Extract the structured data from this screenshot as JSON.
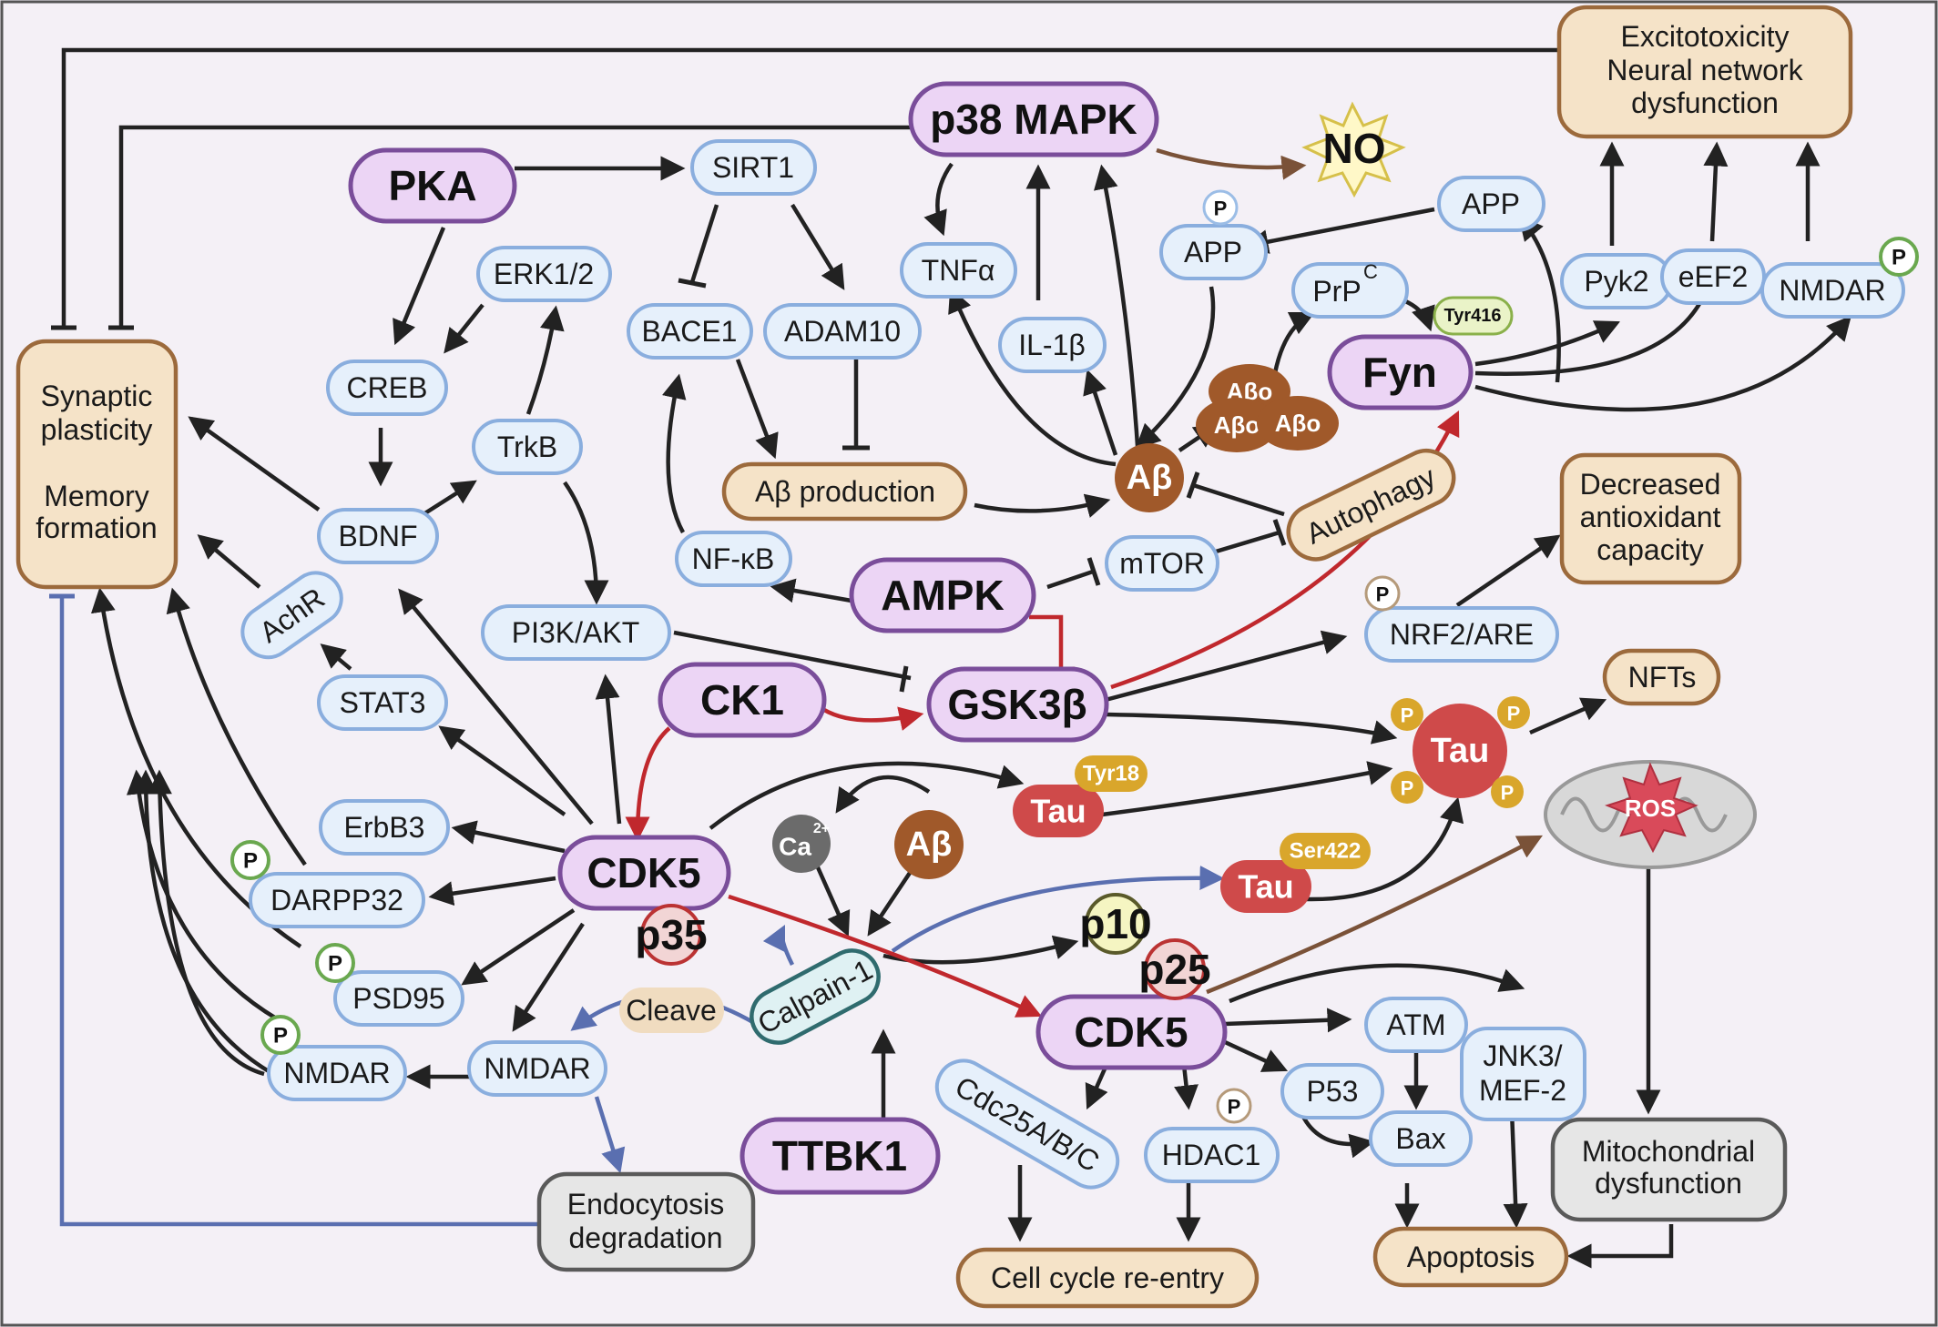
{
  "colors": {
    "background": "#f4f0f6",
    "kinase_fill": "#ecd5f5",
    "kinase_stroke": "#7a4d9a",
    "protein_fill": "#e6f0fb",
    "protein_stroke": "#8aaede",
    "outcome_fill": "#f5e3c8",
    "outcome_stroke": "#9c6a3c",
    "abeta": "#a0592a",
    "tau": "#cf4a4a",
    "arrow": "#222222",
    "red_arrow": "#c0282d",
    "blue_arrow": "#5a6fb0"
  },
  "kinases": {
    "p38": "p38 MAPK",
    "pka": "PKA",
    "ampk": "AMPK",
    "ck1": "CK1",
    "gsk3b": "GSK3β",
    "cdk5": "CDK5",
    "cdk5_b": "CDK5",
    "fyn": "Fyn",
    "ttbk1": "TTBK1"
  },
  "proteins": {
    "sirt1": "SIRT1",
    "erk": "ERK1/2",
    "creb": "CREB",
    "bace1": "BACE1",
    "adam10": "ADAM10",
    "tnfa": "TNFα",
    "il1b": "IL-1β",
    "app_p": "APP",
    "app": "APP",
    "prpc": "PrP",
    "prpc_sup": "C",
    "pyk2": "Pyk2",
    "eef2": "eEF2",
    "nmdar_top": "NMDAR",
    "trkb": "TrkB",
    "bdnf": "BDNF",
    "nfkb": "NF-κB",
    "mtor": "mTOR",
    "pi3k": "PI3K/AKT",
    "nrf2": "NRF2/ARE",
    "achr": "AchR",
    "stat3": "STAT3",
    "erbb3": "ErbB3",
    "darpp32": "DARPP32",
    "psd95": "PSD95",
    "nmdar_left": "NMDAR",
    "nmdar_mid": "NMDAR",
    "calpain": "Calpain-1",
    "cdc25": "Cdc25A/B/C",
    "hdac1": "HDAC1",
    "atm": "ATM",
    "p53": "P53",
    "bax": "Bax",
    "jnk3_l1": "JNK3/",
    "jnk3_l2": "MEF-2"
  },
  "outcomes": {
    "synaptic_l1": "Synaptic",
    "synaptic_l2": "plasticity",
    "synaptic_l3": "Memory",
    "synaptic_l4": "formation",
    "excito_l1": "Excitotoxicity",
    "excito_l2": "Neural network",
    "excito_l3": "dysfunction",
    "ab_production": "Aβ production",
    "autophagy": "Autophagy",
    "antiox_l1": "Decreased",
    "antiox_l2": "antioxidant",
    "antiox_l3": "capacity",
    "nfts": "NFTs",
    "cell_cycle": "Cell cycle re-entry",
    "apoptosis": "Apoptosis",
    "mito_l1": "Mitochondrial",
    "mito_l2": "dysfunction",
    "endo_l1": "Endocytosis",
    "endo_l2": "degradation",
    "cleave": "Cleave"
  },
  "molecules": {
    "no": "NO",
    "ab_main": "Aβ",
    "ab_lower": "Aβ",
    "abo1": "Aβo",
    "abo2": "Aβo",
    "abo3": "Aβo",
    "ca": "Ca",
    "ca_sup": "2+",
    "ros": "ROS",
    "tau_main": "Tau",
    "tau_tyr18": "Tau",
    "tau_ser422": "Tau",
    "p35": "p35",
    "p25": "p25",
    "p10": "p10"
  },
  "badges": {
    "tyr416": "Tyr416",
    "tyr18": "Tyr18",
    "ser422": "Ser422",
    "p": "P"
  }
}
